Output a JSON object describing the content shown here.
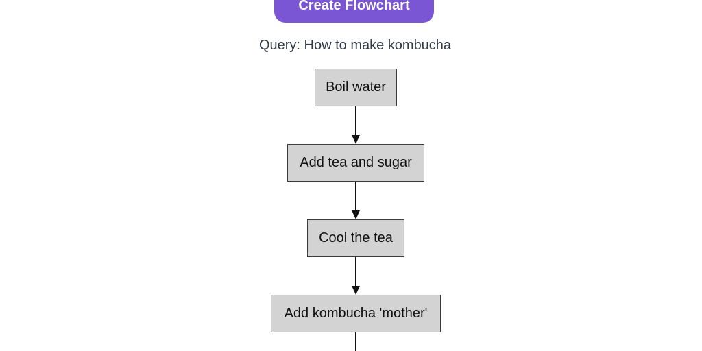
{
  "toolbar": {
    "create_button_label": "Create Flowchart"
  },
  "query": {
    "text": "Query: How to make kombucha"
  },
  "flowchart": {
    "nodes": [
      {
        "label": "Boil water"
      },
      {
        "label": "Add tea and sugar"
      },
      {
        "label": "Cool the tea"
      },
      {
        "label": "Add kombucha 'mother'"
      }
    ],
    "edges": [
      {
        "from": "Boil water",
        "to": "Add tea and sugar"
      },
      {
        "from": "Add tea and sugar",
        "to": "Cool the tea"
      },
      {
        "from": "Cool the tea",
        "to": "Add kombucha 'mother'"
      },
      {
        "from": "Add kombucha 'mother'",
        "to_visible": false
      }
    ],
    "node_fill": "#d3d3d3",
    "node_border": "#3c3c3c",
    "edge_color": "#111111"
  },
  "colors": {
    "button_bg": "#7a55d4",
    "button_text": "#ffffff",
    "query_text": "#333a44",
    "page_bg": "#ffffff"
  }
}
